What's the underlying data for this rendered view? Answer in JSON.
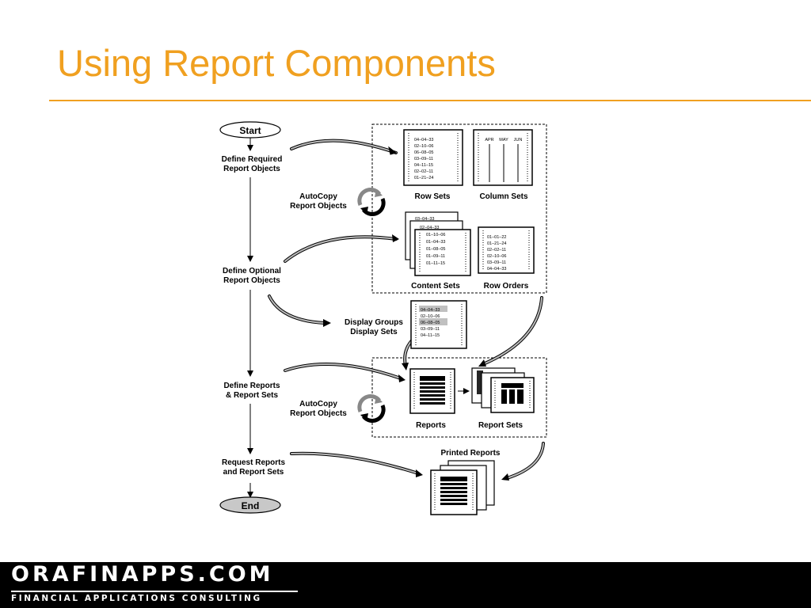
{
  "slide": {
    "title": "Using Report Components"
  },
  "diagram": {
    "start_label": "Start",
    "end_label": "End",
    "steps": {
      "define_required": [
        "Define Required",
        "Report Objects"
      ],
      "define_optional": [
        "Define Optional",
        "Report Objects"
      ],
      "define_reports": [
        "Define Reports",
        "& Report Sets"
      ],
      "request_reports": [
        "Request Reports",
        "and Report Sets"
      ]
    },
    "autocopy_upper": [
      "AutoCopy",
      "Report Objects"
    ],
    "autocopy_lower": [
      "AutoCopy",
      "Report Objects"
    ],
    "display_groups": [
      "Display Groups",
      "Display Sets"
    ],
    "captions": {
      "row_sets": "Row Sets",
      "column_sets": "Column Sets",
      "content_sets": "Content Sets",
      "row_orders": "Row Orders",
      "reports": "Reports",
      "report_sets": "Report Sets",
      "printed_reports": "Printed Reports"
    },
    "row_sets_values": [
      "04–04–33",
      "02–10–06",
      "06–08–05",
      "03–09–11",
      "04–11–15",
      "02–02–11",
      "01–21–24"
    ],
    "column_sets_headers": [
      "APR",
      "MAY",
      "JUN"
    ],
    "content_sets_back_values": [
      "03–04–33",
      "02–04–33"
    ],
    "content_sets_values": [
      "01–10–06",
      "01–04–33",
      "01–08–05",
      "01–09–11",
      "01–11–15"
    ],
    "row_orders_values": [
      "01–01–22",
      "01–21–24",
      "02–02–11",
      "02–10–06",
      "03–09–11",
      "04–04–33"
    ],
    "display_values": [
      "04–04–33",
      "02–10–06",
      "06–08–05",
      "03–09–11",
      "04–11–15"
    ]
  },
  "footer": {
    "brand": "ORAFINAPPS.COM",
    "tagline": "FINANCIAL APPLICATIONS CONSULTING"
  }
}
